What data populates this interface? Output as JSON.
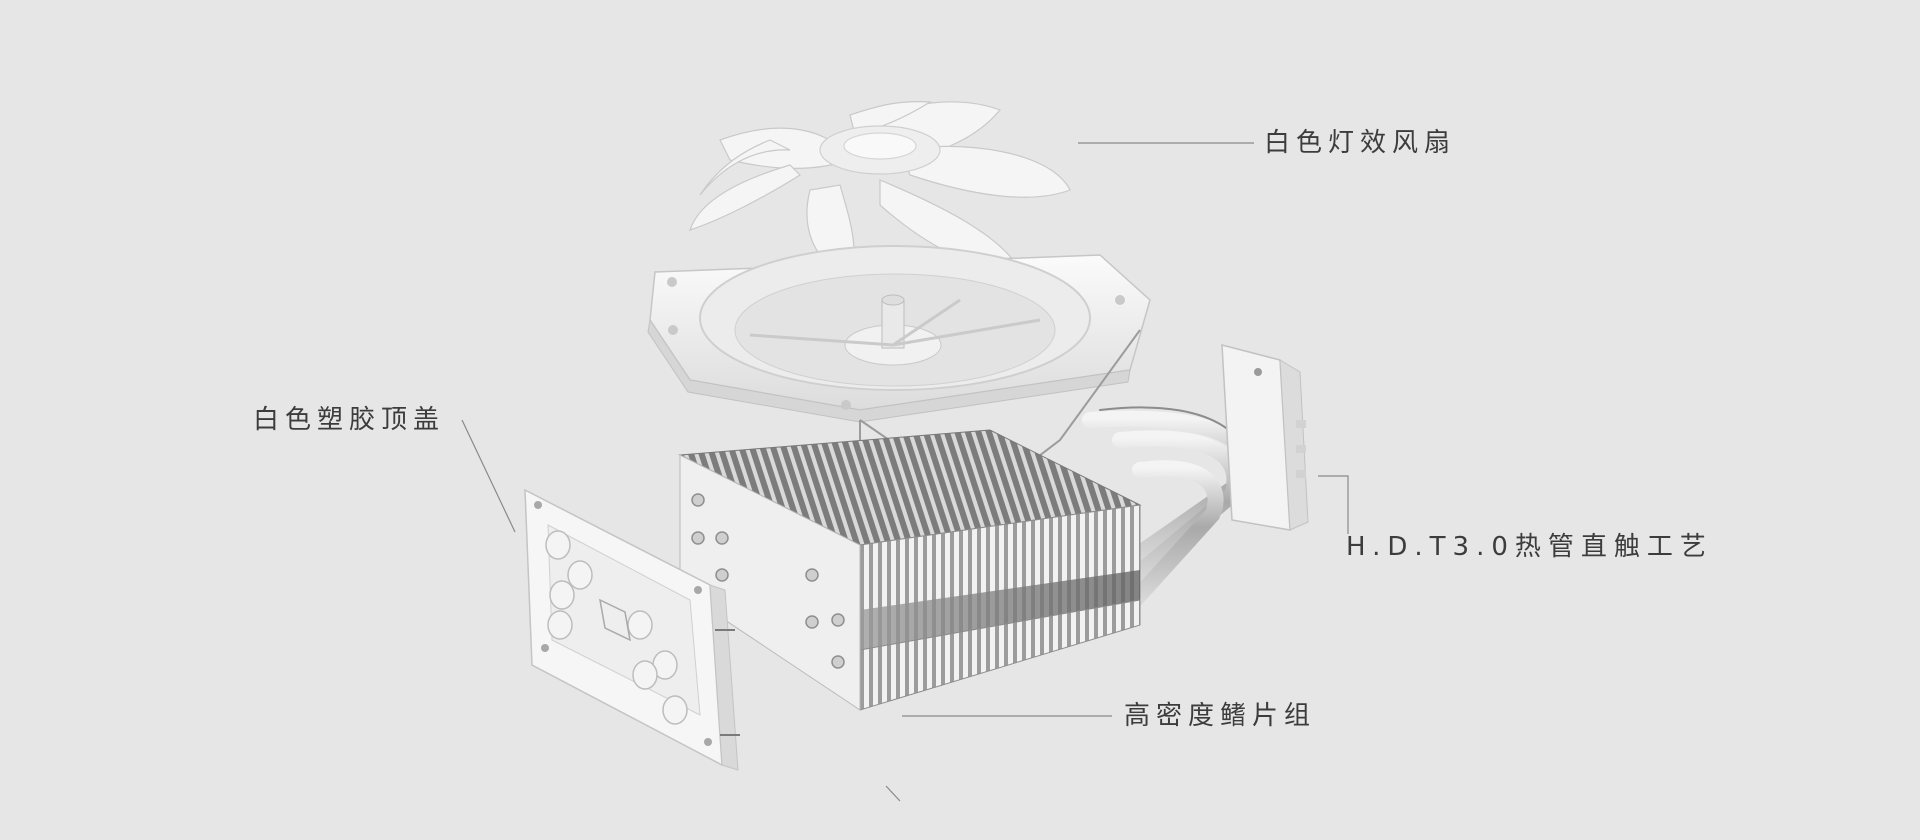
{
  "callouts": {
    "fan": "白色灯效风扇",
    "top_cover": "白色塑胶顶盖",
    "heatpipe": "H.D.T3.0热管直触工艺",
    "fins": "高密度鳍片组"
  },
  "colors": {
    "background": "#e6e6e6",
    "text": "#3c3c3c",
    "leader_line": "#8a8a8a"
  }
}
